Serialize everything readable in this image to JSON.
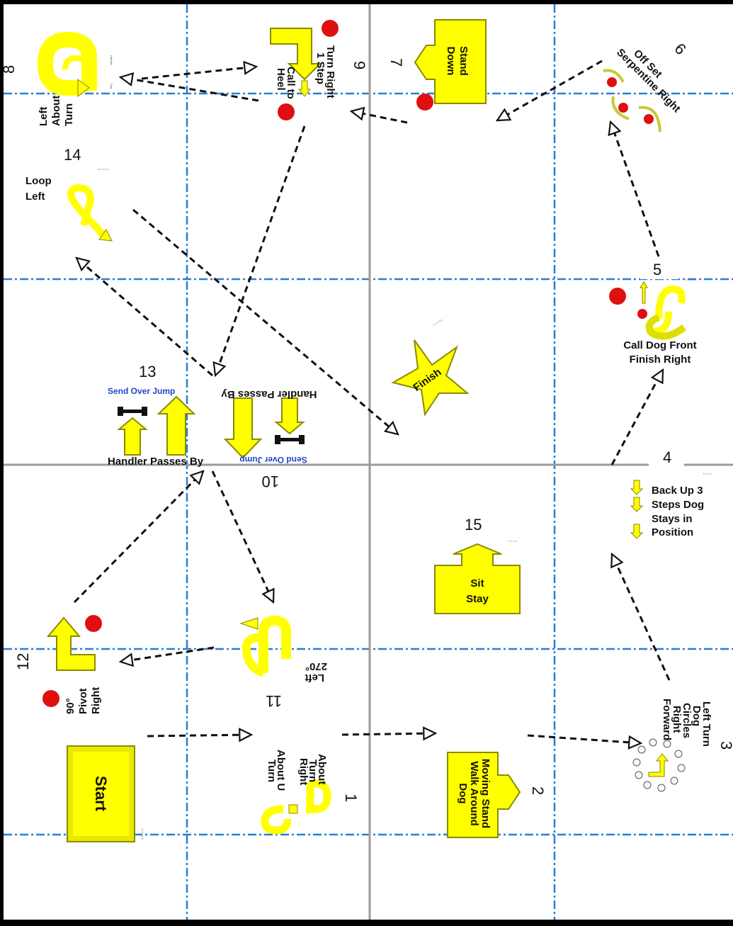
{
  "colors": {
    "background": "#ffffff",
    "sign_fill": "#ffff00",
    "sign_stroke": "#8a8a00",
    "stop_red": "#e01010",
    "grid_blue": "#2a7fd0",
    "grid_gray": "#999999",
    "path_black": "#111111",
    "jump_blue": "#2244cc"
  },
  "stations": {
    "start": "Start",
    "s1": {
      "number": "1",
      "line1": "About",
      "line2": "Turn",
      "line3": "Right",
      "line4": "About U",
      "line5": "Turn"
    },
    "s2": {
      "number": "2",
      "line1": "Moving Stand",
      "line2": "Walk Around",
      "line3": "Dog"
    },
    "s3": {
      "number": "3",
      "line1": "Left Turn",
      "line2": "Dog",
      "line3": "Circles",
      "line4": "Right",
      "line5": "Forward"
    },
    "s4": {
      "number": "4",
      "line1": "Back Up 3",
      "line2": "Steps Dog",
      "line3": "Stays in",
      "line4": "Position"
    },
    "s5": {
      "number": "5",
      "line1": "Call Dog Front",
      "line2": "Finish Right"
    },
    "s6": {
      "number": "6",
      "line1": "Off Set",
      "line2": "Serpentine Right"
    },
    "s7": {
      "number": "7",
      "line1": "Stand",
      "line2": "Down"
    },
    "s8": {
      "number": "8",
      "line1": "Left",
      "line2": "About",
      "line3": "Turn",
      "side1": "Handler",
      "side2": "Dog"
    },
    "s9": {
      "number": "9",
      "line1": "Turn Right",
      "line2": "1 Step",
      "line3": "Call to",
      "line4": "Heel"
    },
    "s10": {
      "number": "10",
      "line1": "Send Over Jump",
      "line2": "Handler Passes By"
    },
    "s11": {
      "number": "11",
      "line1": "270°",
      "line2": "Left"
    },
    "s12": {
      "number": "12",
      "line1": "90°",
      "line2": "Pivot",
      "line3": "Right"
    },
    "s13": {
      "number": "13",
      "line1": "Send Over Jump",
      "line2": "Handler Passes By"
    },
    "s14": {
      "number": "14",
      "line1": "Loop",
      "line2": "Left"
    },
    "s15": {
      "number": "15",
      "line1": "Sit",
      "line2": "Stay"
    },
    "finish": "Finish"
  }
}
